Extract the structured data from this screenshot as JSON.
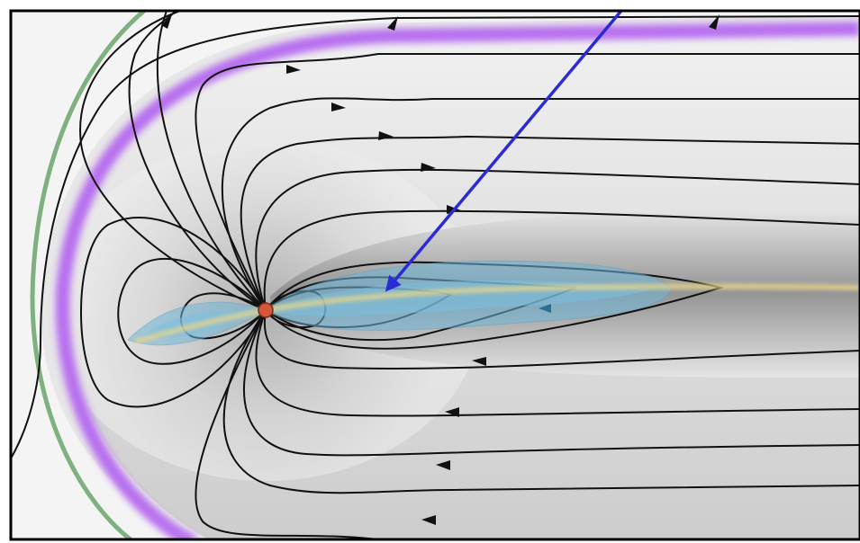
{
  "diagram": {
    "colors": {
      "frame": "#000000",
      "background": "#f4f4f4",
      "field_line": "#111111",
      "magnetopause": "#b262f0",
      "bow_shock": "#7fb07f",
      "plasma_sheet": "#6fb6d8",
      "current_sheet": "#e8d58a",
      "earth": "#d4573a",
      "pointer_arrow": "#2b2bd6"
    },
    "elements": [
      "bow-shock",
      "magnetopause",
      "field-lines",
      "plasma-sheet",
      "neutral-sheet",
      "earth",
      "pointer-arrow"
    ]
  }
}
